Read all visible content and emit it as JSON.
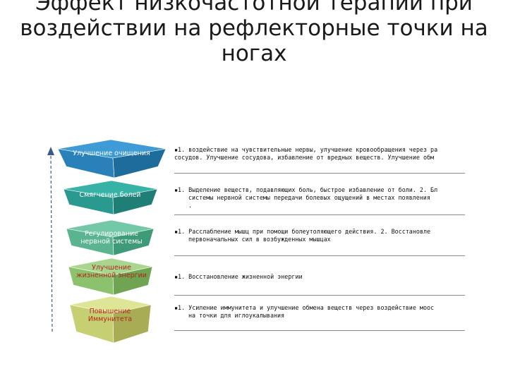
{
  "title_lines": [
    "Эффект низкочастотной терапии при",
    "воздействии на рефлекторные точки на",
    "ногах"
  ],
  "levels": [
    {
      "label": [
        "Улучшение очищения"
      ],
      "label_color": "#ffffff",
      "top_color": "#3f9bd6",
      "side_color": "#1e6c9c",
      "front_color": "#2a80b8",
      "bullet": "▪",
      "desc_lines": [
        "1. воздействие на чувствительные нервы, улучшение кровообращения через ра",
        "сосудов. Улучшение сосудова, избавление от вредных веществ. Улучшение обм"
      ]
    },
    {
      "label": [
        "Смягчение болей"
      ],
      "label_color": "#ffffff",
      "top_color": "#36b2a6",
      "side_color": "#1f7f77",
      "front_color": "#2a9990",
      "bullet": "▪",
      "desc_lines": [
        "1. Выделение веществ, подавляющих боль, быстрое избавление от боли. 2. Бл",
        "системы нервной системы передачи болевых ощущений в местах появления",
        "."
      ]
    },
    {
      "label": [
        "Регулирование",
        "нервной системы"
      ],
      "label_color": "#ffffff",
      "top_color": "#72c8a7",
      "side_color": "#3f9a78",
      "front_color": "#5ab48f",
      "bullet": "▪",
      "desc_lines": [
        "1. Расслабление мышц при помощи болеутоляющего действия. 2. Восстановле",
        "первоначальных сил в возбужденных мышцах"
      ]
    },
    {
      "label": [
        "Улучшение",
        "жизненной энергии"
      ],
      "label_color": "#b3241a",
      "top_color": "#a9d68e",
      "side_color": "#6fa552",
      "front_color": "#8cc26d",
      "bullet": "▪",
      "desc_lines": [
        "1. Восстановление жизненной энергии"
      ]
    },
    {
      "label": [
        "Повышение",
        "Иммунитета"
      ],
      "label_color": "#b3241a",
      "top_color": "#dfe596",
      "side_color": "#a8ad55",
      "front_color": "#c7cf73",
      "bullet": "▪",
      "desc_lines": [
        "1. Усиление иммунитета и улучшение обмена веществ через воздействие моос",
        "на  точки для иглоукалывания"
      ]
    }
  ]
}
